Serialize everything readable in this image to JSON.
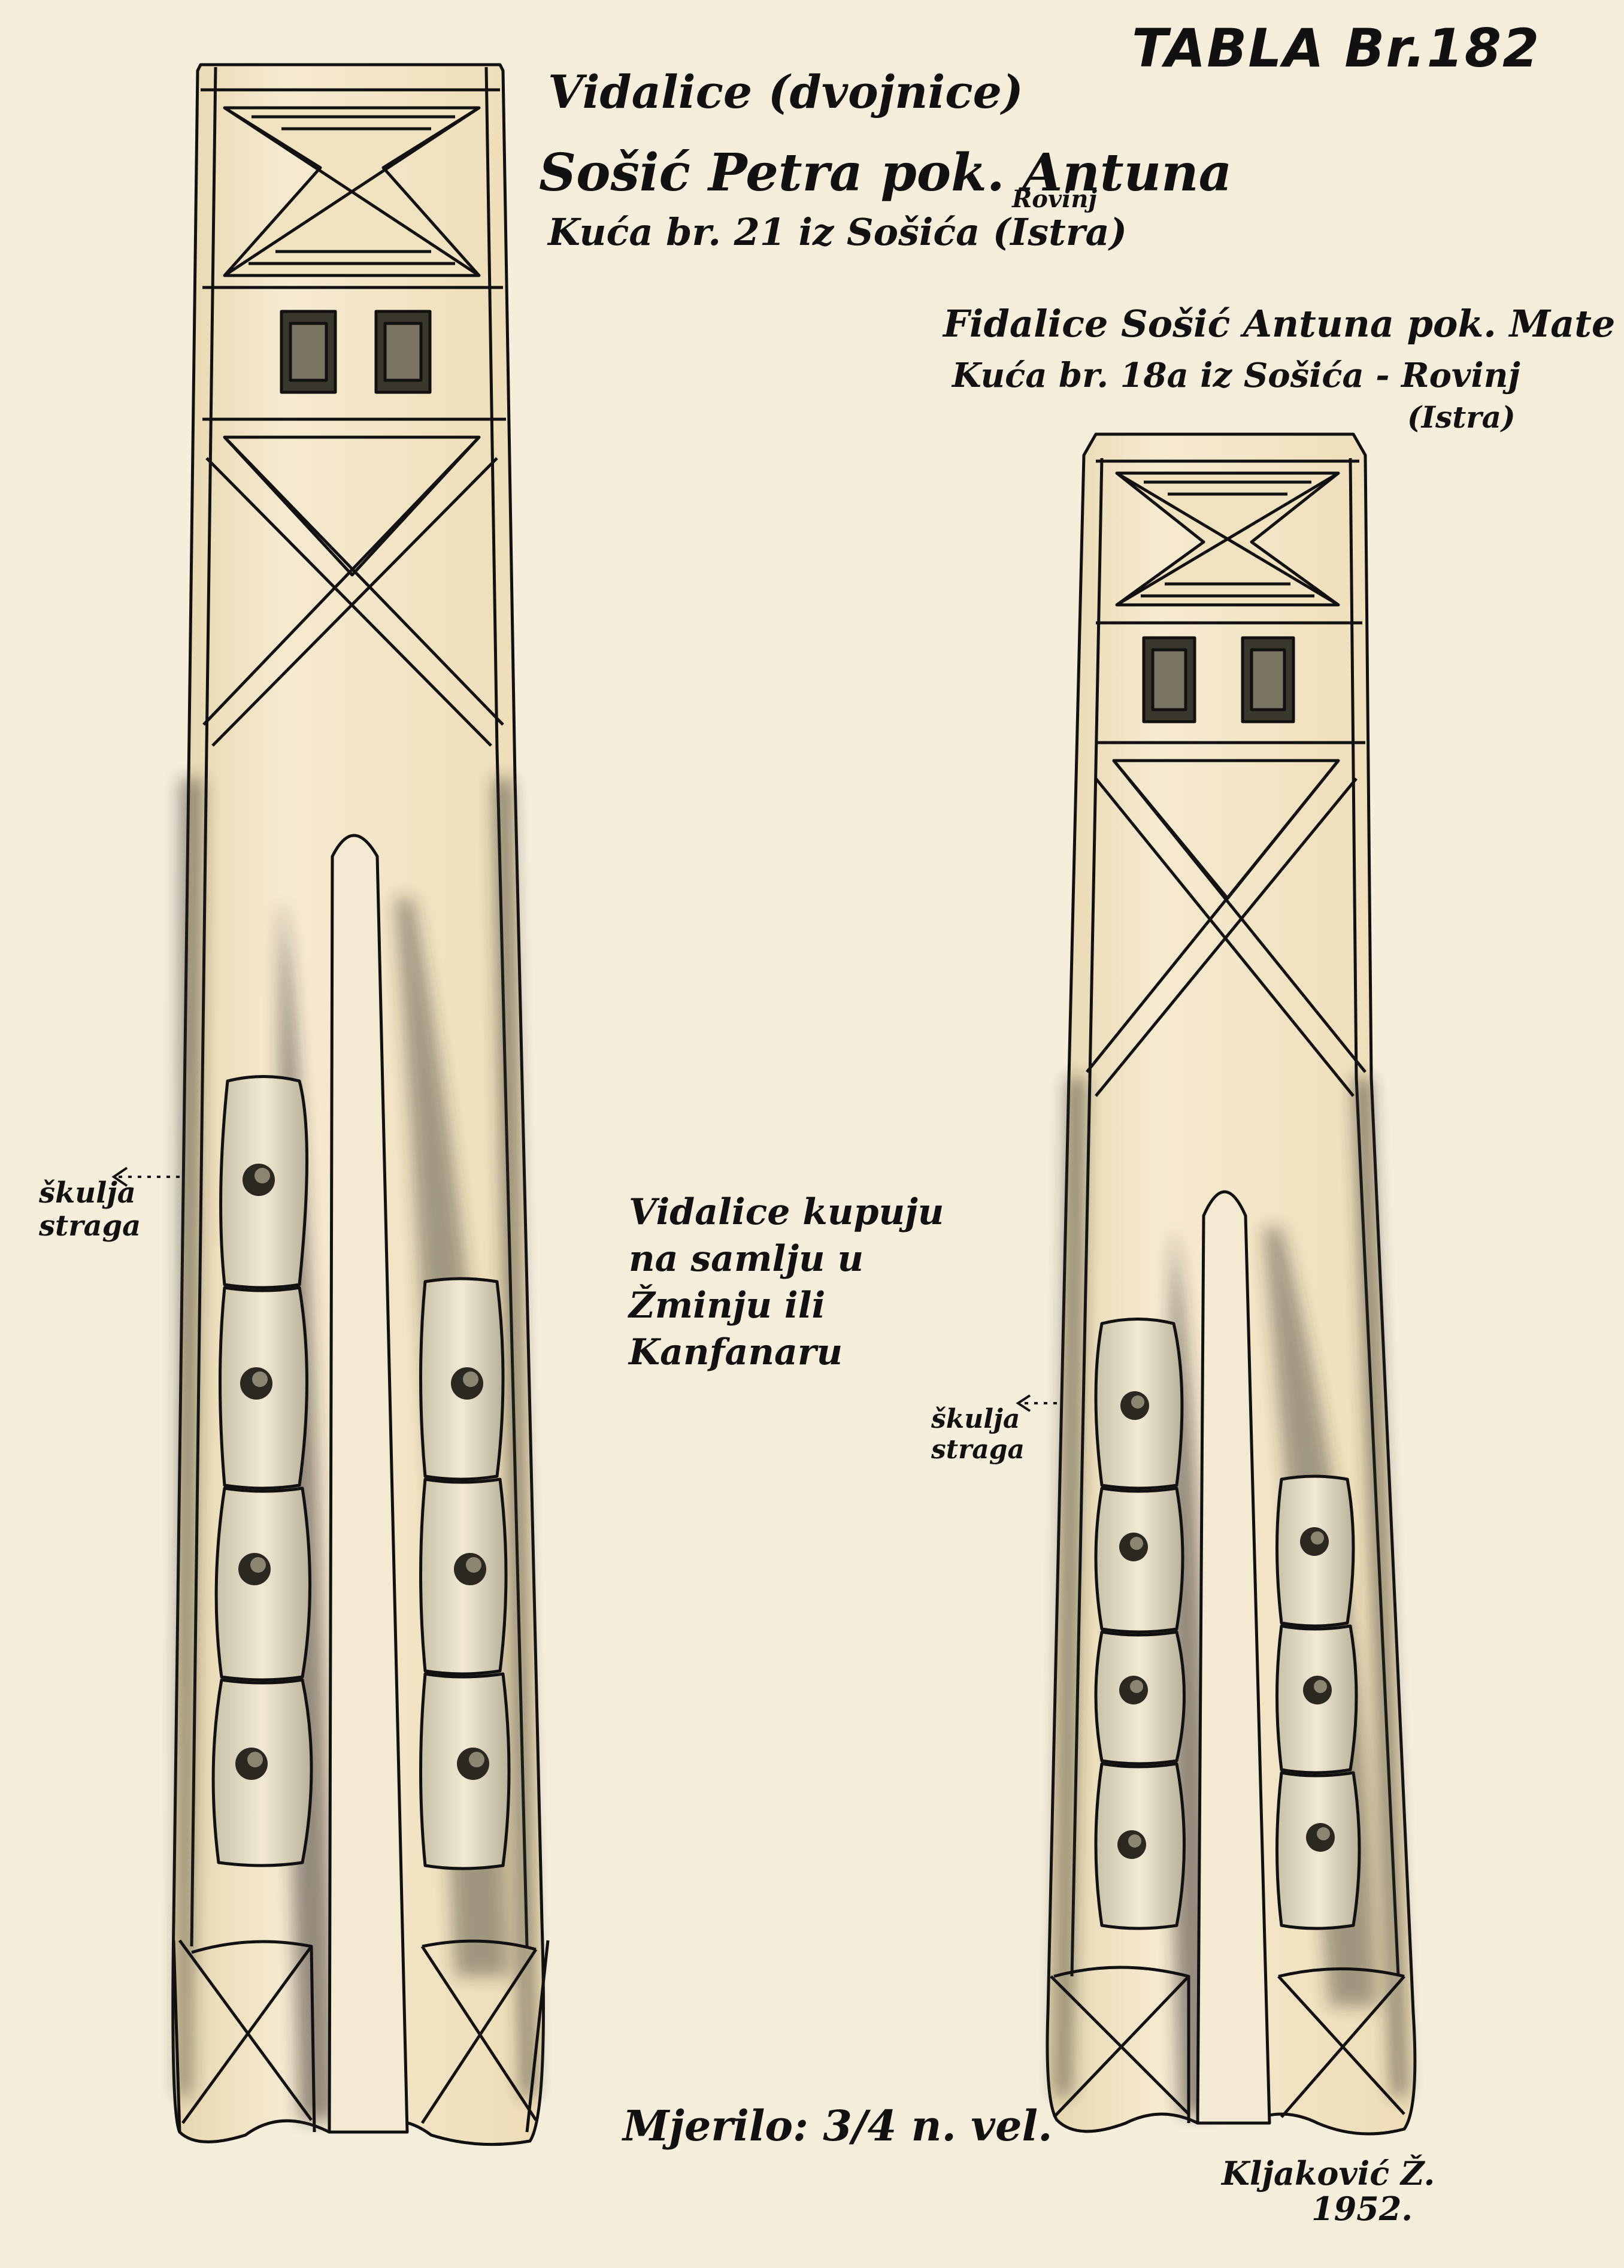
{
  "plate": {
    "label": "TABLA Br.182"
  },
  "left_instrument": {
    "title": "Vidalice (dvojnice)",
    "owner": "Sošić Petra pok. Antuna",
    "place_note": "Rovinj",
    "house": "Kuća br. 21 iz Sošića (Istra)"
  },
  "right_instrument": {
    "title": "Fidalice Sošić Antuna pok. Mate",
    "house": "Kuća br. 18a iz Sošića - Rovinj",
    "region": "(Istra)"
  },
  "notes": {
    "left_back_hole": [
      "škulja",
      "straga"
    ],
    "right_back_hole": [
      "škulja",
      "straga"
    ],
    "purchase": [
      "Vidalice kupuju",
      "na samlju u",
      "Žminju ili",
      "Kanfanaru"
    ]
  },
  "scale": "Mjerilo: 3/4 n. vel.",
  "signature": {
    "name": "Kljaković Ž.",
    "year": "1952."
  },
  "colors": {
    "paper": "#f5eedb",
    "wood": "#f1e2c0",
    "ink": "#111111",
    "shade": "#3a372c"
  }
}
